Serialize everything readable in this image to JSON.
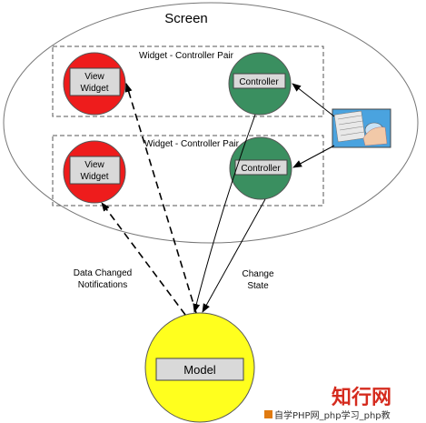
{
  "screen": {
    "label": "Screen"
  },
  "pairs": [
    {
      "label": "Widget - Controller Pair",
      "view_line1": "View",
      "view_line2": "Widget",
      "controller": "Controller"
    },
    {
      "label": "Widget - Controller Pair",
      "view_line1": "View",
      "view_line2": "Widget",
      "controller": "Controller"
    }
  ],
  "model": {
    "label": "Model"
  },
  "annotations": {
    "data_changed_line1": "Data Changed",
    "data_changed_line2": "Notifications",
    "change_state_line1": "Change",
    "change_state_line2": "State"
  },
  "icons": {
    "input_devices": "keyboard-mouse-icon"
  },
  "watermark": {
    "logo_text": "知行网",
    "caption": "自学PHP网_php学习_php教"
  },
  "colors": {
    "view_widget": "#ee1c1c",
    "controller": "#3a8f60",
    "model": "#ffff1e",
    "label_box": "#d9d9d9",
    "watermark": "#d52b1e"
  }
}
